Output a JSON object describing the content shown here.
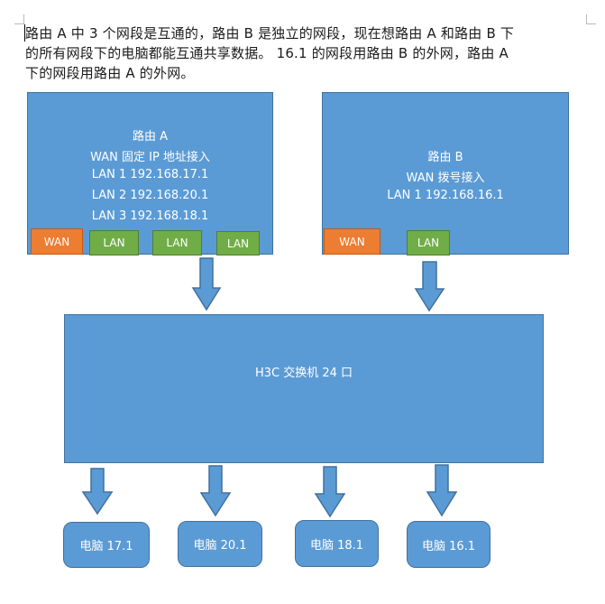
{
  "paragraph": {
    "line1": "路由 A 中 3 个网段是互通的，路由 B 是独立的网段，现在想路由 A 和路由 B 下",
    "line2": "的所有网段下的电脑都能互通共享数据。   16.1 的网段用路由 B 的外网，路由 A",
    "line3": "下的网段用路由 A 的外网。"
  },
  "router_a": {
    "title": "路由 A",
    "wan_desc": "WAN 固定 IP 地址接入",
    "lan1": "LAN 1    192.168.17.1",
    "lan2": "LAN 2 192.168.20.1",
    "lan3": "LAN 3 192.168.18.1",
    "ports": [
      "WAN",
      "LAN",
      "LAN",
      "LAN"
    ]
  },
  "router_b": {
    "title": "路由 B",
    "wan_desc": "WAN 拨号接入",
    "lan1": "LAN 1 192.168.16.1",
    "ports": [
      "WAN",
      "LAN"
    ]
  },
  "switch": {
    "label": "H3C 交换机 24 口"
  },
  "computers": [
    "电脑 17.1",
    "电脑 20.1",
    "电脑 18.1",
    "电脑 16.1"
  ],
  "colors": {
    "box_fill": "#5b9bd5",
    "box_border": "#41719c",
    "wan_port": "#ed7d31",
    "lan_port": "#70ad47"
  }
}
